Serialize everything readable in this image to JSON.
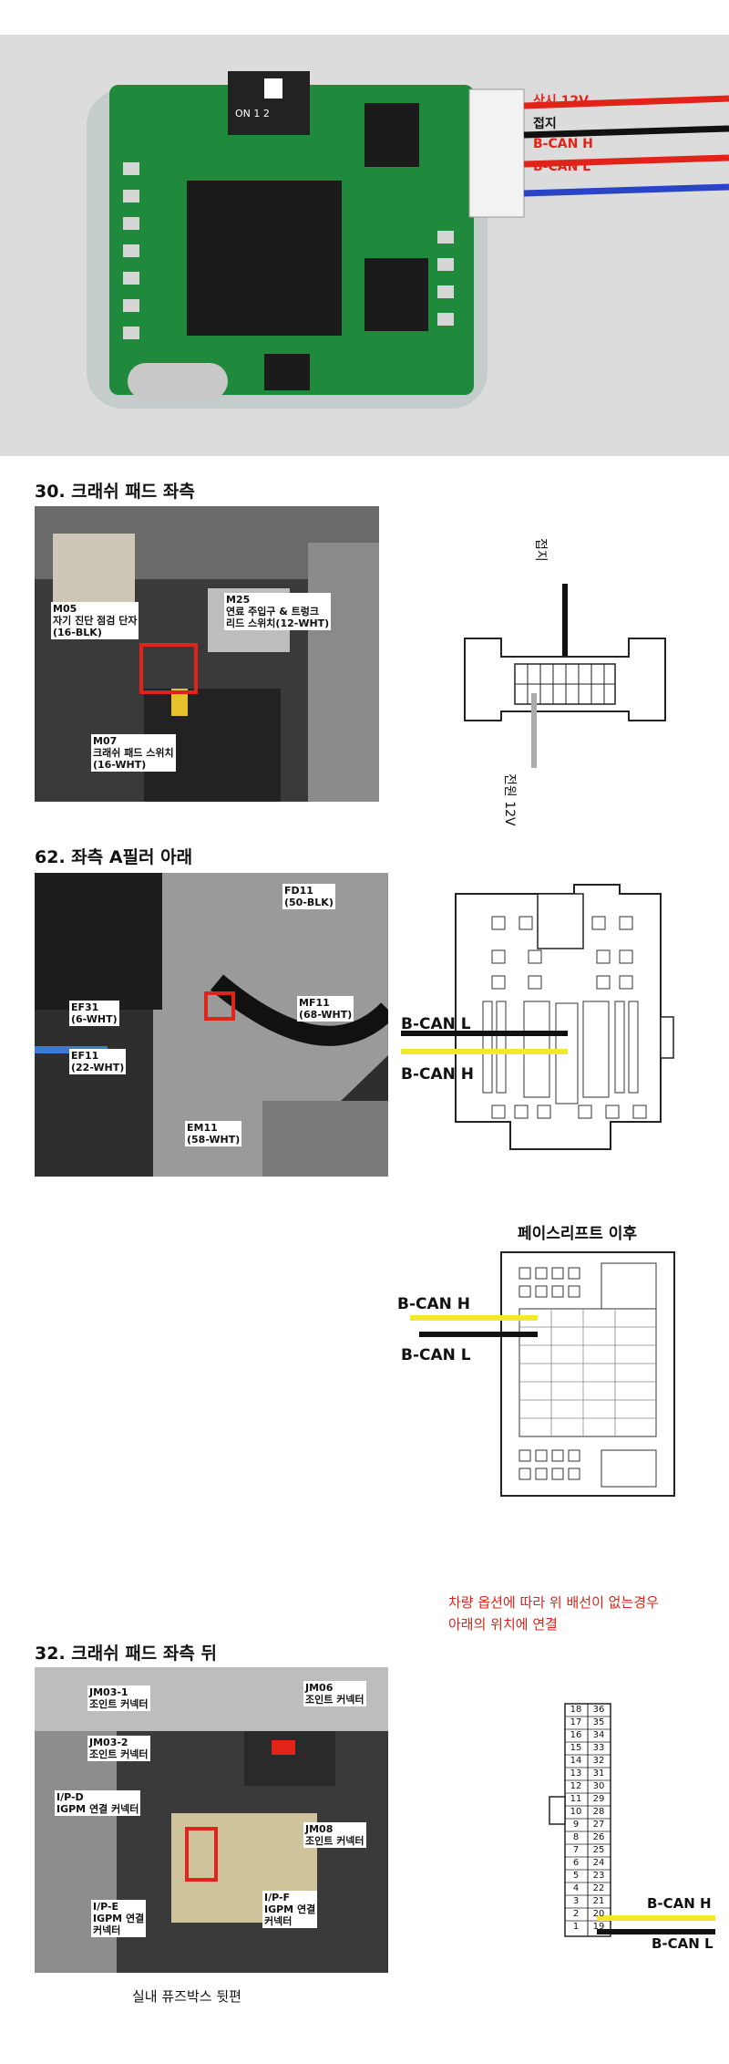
{
  "module_photo": {
    "wires": [
      {
        "label": "상시 12V",
        "color": "#e2231a"
      },
      {
        "label": "접지",
        "color": "#111111"
      },
      {
        "label": "B-CAN H",
        "color": "#e2231a"
      },
      {
        "label": "B-CAN L",
        "color": "#2a44c8"
      }
    ],
    "switch_text": "ON 1 2"
  },
  "section30": {
    "title": "30. 크래쉬 패드 좌측",
    "callouts": [
      {
        "line1": "M05",
        "line2": "자기 진단 점검 단자",
        "line3": "(16-BLK)"
      },
      {
        "line1": "M25",
        "line2": "연료 주입구 & 트렁크",
        "line3": "리드 스위치(12-WHT)"
      },
      {
        "line1": "M07",
        "line2": "크래쉬 패드 스위치",
        "line3": "(16-WHT)"
      }
    ],
    "diagram": {
      "top_label": "접지",
      "bottom_label": "전원 12V"
    }
  },
  "section62": {
    "title": "62. 좌측 A필러 아래",
    "callouts": [
      {
        "line1": "FD11",
        "line2": "(50-BLK)"
      },
      {
        "line1": "EF31",
        "line2": "(6-WHT)"
      },
      {
        "line1": "MF11",
        "line2": "(68-WHT)"
      },
      {
        "line1": "EF11",
        "line2": "(22-WHT)"
      },
      {
        "line1": "EM11",
        "line2": "(58-WHT)"
      }
    ],
    "can_l": "B-CAN L",
    "can_h": "B-CAN H"
  },
  "facelift": {
    "title": "페이스리프트 이후",
    "can_h": "B-CAN H",
    "can_l": "B-CAN L"
  },
  "note": {
    "line1": "차량 옵션에 따라 위 배선이 없는경우",
    "line2": "아래의 위치에 연결"
  },
  "section32": {
    "title": "32. 크래쉬 패드 좌측 뒤",
    "callouts": [
      {
        "line1": "JM03-1",
        "line2": "조인트 커넥터"
      },
      {
        "line1": "JM06",
        "line2": "조인트 커넥터"
      },
      {
        "line1": "JM03-2",
        "line2": "조인트 커넥터"
      },
      {
        "line1": "I/P-D",
        "line2": "IGPM 연결 커넥터"
      },
      {
        "line1": "JM08",
        "line2": "조인트 커넥터"
      },
      {
        "line1": "I/P-E",
        "line2": "IGPM 연결",
        "line3": "커넥터"
      },
      {
        "line1": "I/P-F",
        "line2": "IGPM 연결",
        "line3": "커넥터"
      }
    ],
    "caption": "실내 퓨즈박스 뒷편",
    "can_h": "B-CAN H",
    "can_l": "B-CAN L",
    "pin_labels_left": [
      "18",
      "17",
      "16",
      "15",
      "14",
      "13",
      "12",
      "11",
      "10",
      "9",
      "8",
      "7",
      "6",
      "5",
      "4",
      "3",
      "2",
      "1"
    ],
    "pin_labels_right": [
      "36",
      "35",
      "34",
      "33",
      "32",
      "31",
      "30",
      "29",
      "28",
      "27",
      "26",
      "25",
      "24",
      "23",
      "22",
      "21",
      "20",
      "19"
    ]
  }
}
